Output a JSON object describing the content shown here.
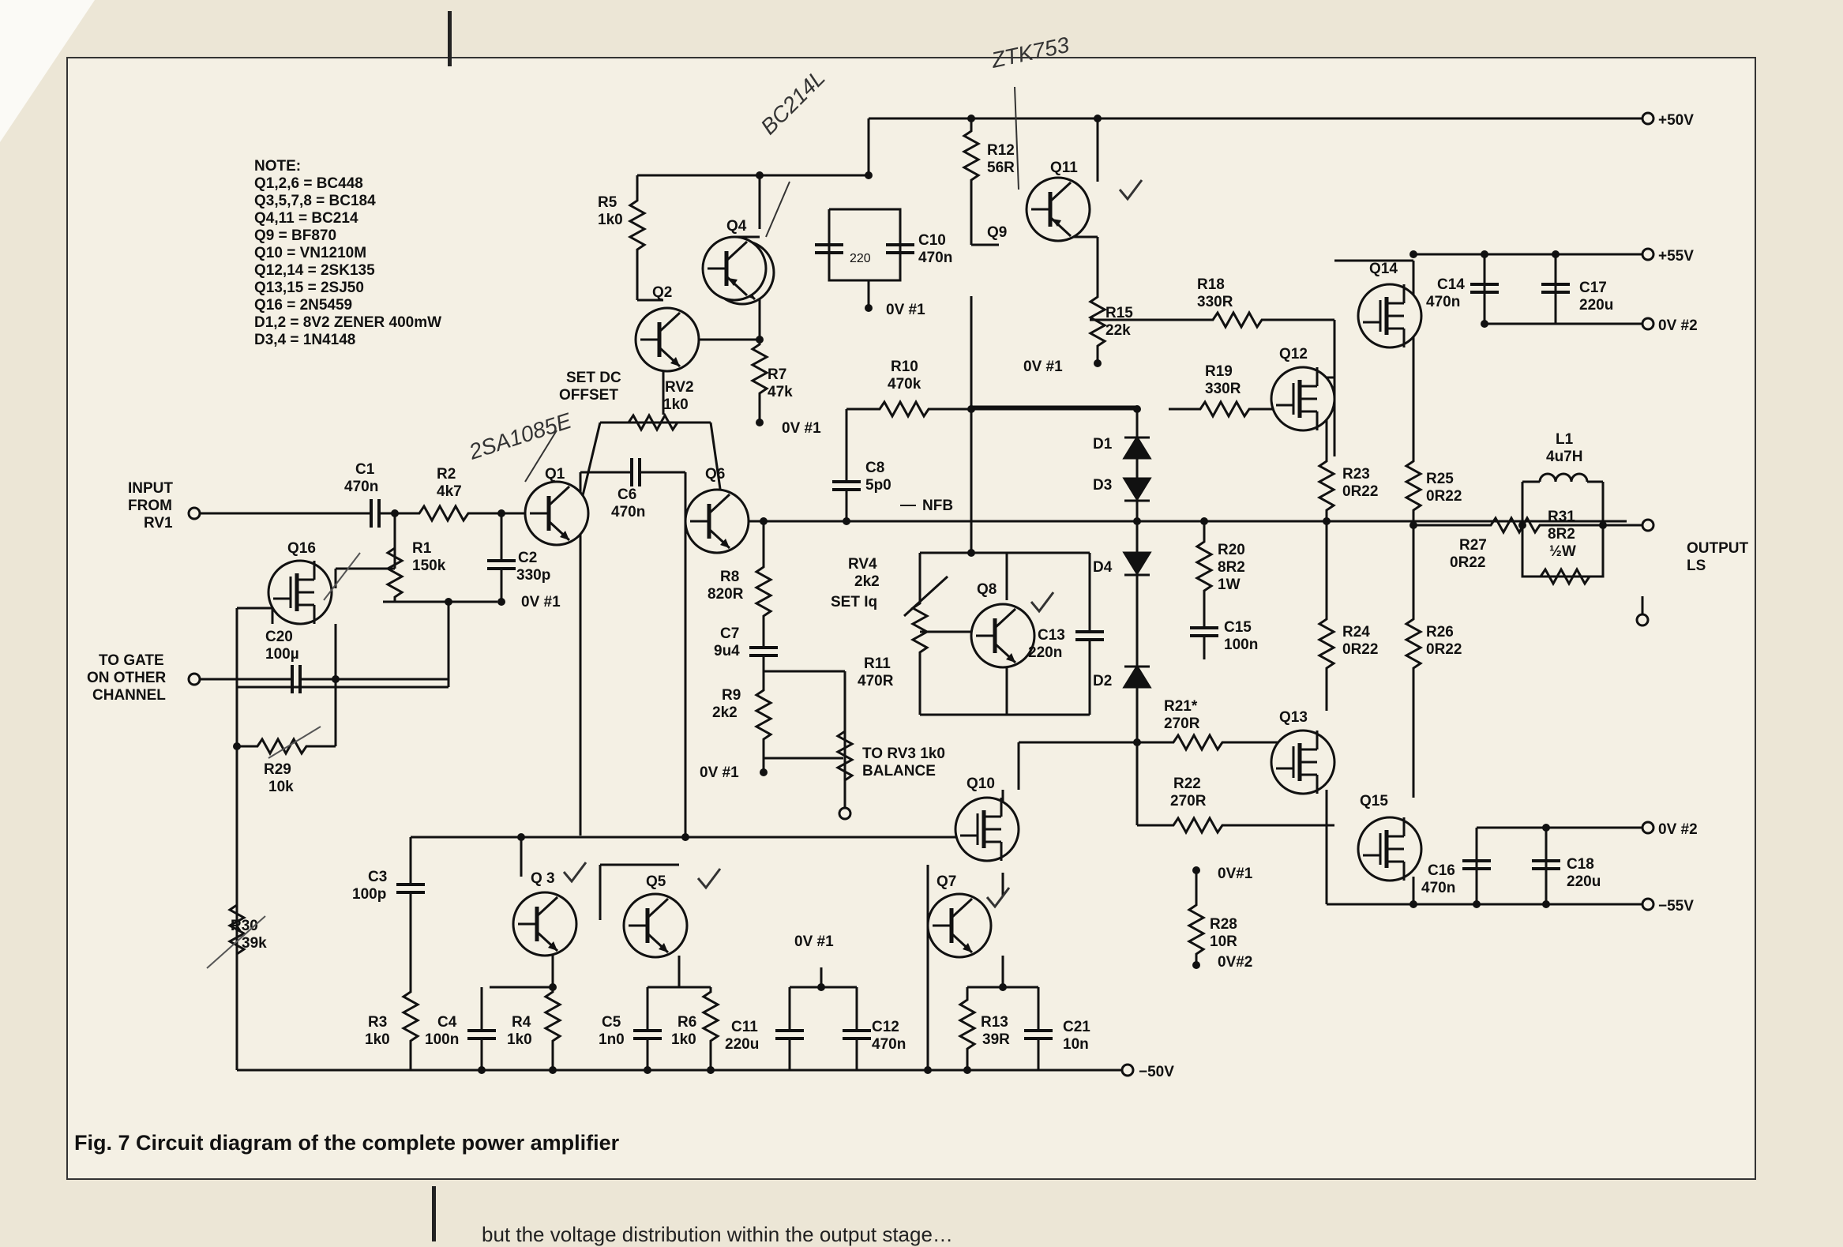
{
  "note": {
    "heading": "NOTE:",
    "lines": [
      "Q1,2,6 = BC448",
      "Q3,5,7,8 = BC184",
      "Q4,11 = BC214",
      "Q9 = BF870",
      "Q10 = VN1210M",
      "Q12,14 = 2SK135",
      "Q13,15 = 2SJ50",
      "Q16 = 2N5459",
      "D1,2 = 8V2 ZENER 400mW",
      "D3,4 = 1N4148"
    ]
  },
  "caption": "Fig. 7 Circuit diagram of the complete power amplifier",
  "bottom_text": "but the voltage distribution within the output stage…",
  "handwritten": {
    "q4": "BC214L",
    "q11": "ZTK753",
    "q1": "2SA1085E"
  },
  "rails": {
    "p50": "+50V",
    "p55": "+55V",
    "ov2_top": "0V #2",
    "ov2_bot": "0V #2",
    "m55": "−55V",
    "m50": "−50V"
  },
  "terminals": {
    "input": [
      "INPUT",
      "FROM",
      "RV1"
    ],
    "gate": [
      "TO GATE",
      "ON OTHER",
      "CHANNEL"
    ],
    "output": [
      "OUTPUT",
      "LS"
    ],
    "balance": [
      "TO RV3 1k0",
      "BALANCE"
    ],
    "set_dc": [
      "SET DC",
      "OFFSET"
    ],
    "set_iq": "SET Iq",
    "nfb": "NFB"
  },
  "components": {
    "R1": [
      "R1",
      "150k"
    ],
    "R2": [
      "R2",
      "4k7"
    ],
    "R3": [
      "R3",
      "1k0"
    ],
    "R4": [
      "R4",
      "1k0"
    ],
    "R5": [
      "R5",
      "1k0"
    ],
    "R6": [
      "R6",
      "1k0"
    ],
    "R7": [
      "R7",
      "47k"
    ],
    "R8": [
      "R8",
      "820R"
    ],
    "R9": [
      "R9",
      "2k2"
    ],
    "R10": [
      "R10",
      "470k"
    ],
    "R11": [
      "R11",
      "470R"
    ],
    "R12": [
      "R12",
      "56R"
    ],
    "R13": [
      "R13",
      "39R"
    ],
    "R15": [
      "R15",
      "22k"
    ],
    "R18": [
      "R18",
      "330R"
    ],
    "R19": [
      "R19",
      "330R"
    ],
    "R20": [
      "R20",
      "8R2",
      "1W"
    ],
    "R21": [
      "R21*",
      "270R"
    ],
    "R22": [
      "R22",
      "270R"
    ],
    "R23": [
      "R23",
      "0R22"
    ],
    "R24": [
      "R24",
      "0R22"
    ],
    "R25": [
      "R25",
      "0R22"
    ],
    "R26": [
      "R26",
      "0R22"
    ],
    "R27": [
      "R27",
      "0R22"
    ],
    "R28": [
      "R28",
      "10R"
    ],
    "R29": [
      "R29",
      "10k"
    ],
    "R30": [
      "R30",
      "39k"
    ],
    "R31": [
      "R31",
      "8R2",
      "½W"
    ],
    "RV2": [
      "RV2",
      "1k0"
    ],
    "RV4": [
      "RV4",
      "2k2"
    ],
    "C1": [
      "C1",
      "470n"
    ],
    "C2": [
      "C2",
      "330p"
    ],
    "C3": [
      "C3",
      "100p"
    ],
    "C4": [
      "C4",
      "100n"
    ],
    "C5": [
      "C5",
      "1n0"
    ],
    "C6": [
      "C6",
      "470n"
    ],
    "C7": [
      "C7",
      "9u4"
    ],
    "C8": [
      "C8",
      "5p0"
    ],
    "C10": [
      "C10",
      "470n"
    ],
    "C11": [
      "C11",
      "220u"
    ],
    "C12": [
      "C12",
      "470n"
    ],
    "C13": [
      "C13",
      "220n"
    ],
    "C14": [
      "C14",
      "470n"
    ],
    "C15": [
      "C15",
      "100n"
    ],
    "C16": [
      "C16",
      "470n"
    ],
    "C17": [
      "C17",
      "220u"
    ],
    "C18": [
      "C18",
      "220u"
    ],
    "C20": [
      "C20",
      "100µ"
    ],
    "C21": [
      "C21",
      "10n"
    ],
    "C220": [
      "220"
    ],
    "L1": [
      "L1",
      "4u7H"
    ],
    "D1": "D1",
    "D2": "D2",
    "D3": "D3",
    "D4": "D4",
    "Q1": "Q1",
    "Q2": "Q2",
    "Q3": "Q 3",
    "Q4": "Q4",
    "Q5": "Q5",
    "Q6": "Q6",
    "Q7": "Q7",
    "Q8": "Q8",
    "Q9": "Q9",
    "Q10": "Q10",
    "Q11": "Q11",
    "Q12": "Q12",
    "Q13": "Q13",
    "Q14": "Q14",
    "Q15": "Q15",
    "Q16": "Q16"
  },
  "grounds": {
    "ov1_c10": "0V #1",
    "ov1_r15": "0V #1",
    "ov1_r7": "0V #1",
    "ov1_c2": "0V #1",
    "ov1_r9": "0V #1",
    "ov1_c11": "0V #1",
    "ov1_r28": "0V#1",
    "ov2_r28": "0V#2"
  }
}
